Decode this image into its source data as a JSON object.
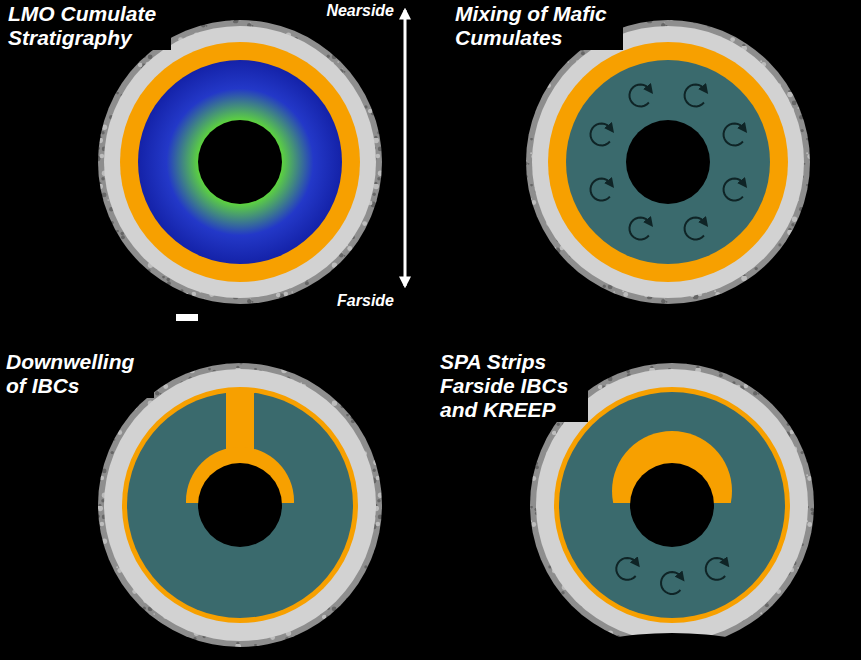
{
  "diagram": {
    "labels": [
      "LMO Cumulate Stratigraphy",
      "Nearside",
      "Farside",
      "Mixing of Mafic Cumulates",
      "Downwelling of IBCs",
      "SPA Strips Farside IBCs and KREEP"
    ]
  }
}
